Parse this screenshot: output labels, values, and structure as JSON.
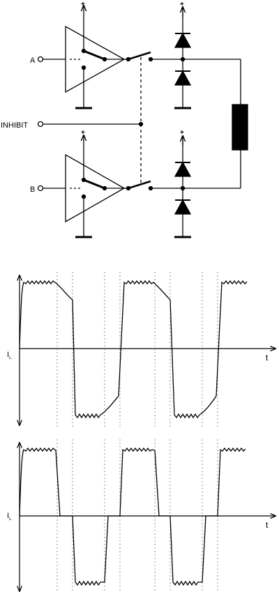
{
  "circuit": {
    "input_a_label": "A",
    "input_b_label": "B",
    "inhibit_label": "INHIBIT",
    "supply_symbol": "+",
    "ink_color": "#000000"
  },
  "waveforms": [
    {
      "axis_label": "I",
      "axis_label_sub": "L",
      "time_label": "t"
    },
    {
      "axis_label": "I",
      "axis_label_sub": "L",
      "time_label": "t"
    }
  ]
}
